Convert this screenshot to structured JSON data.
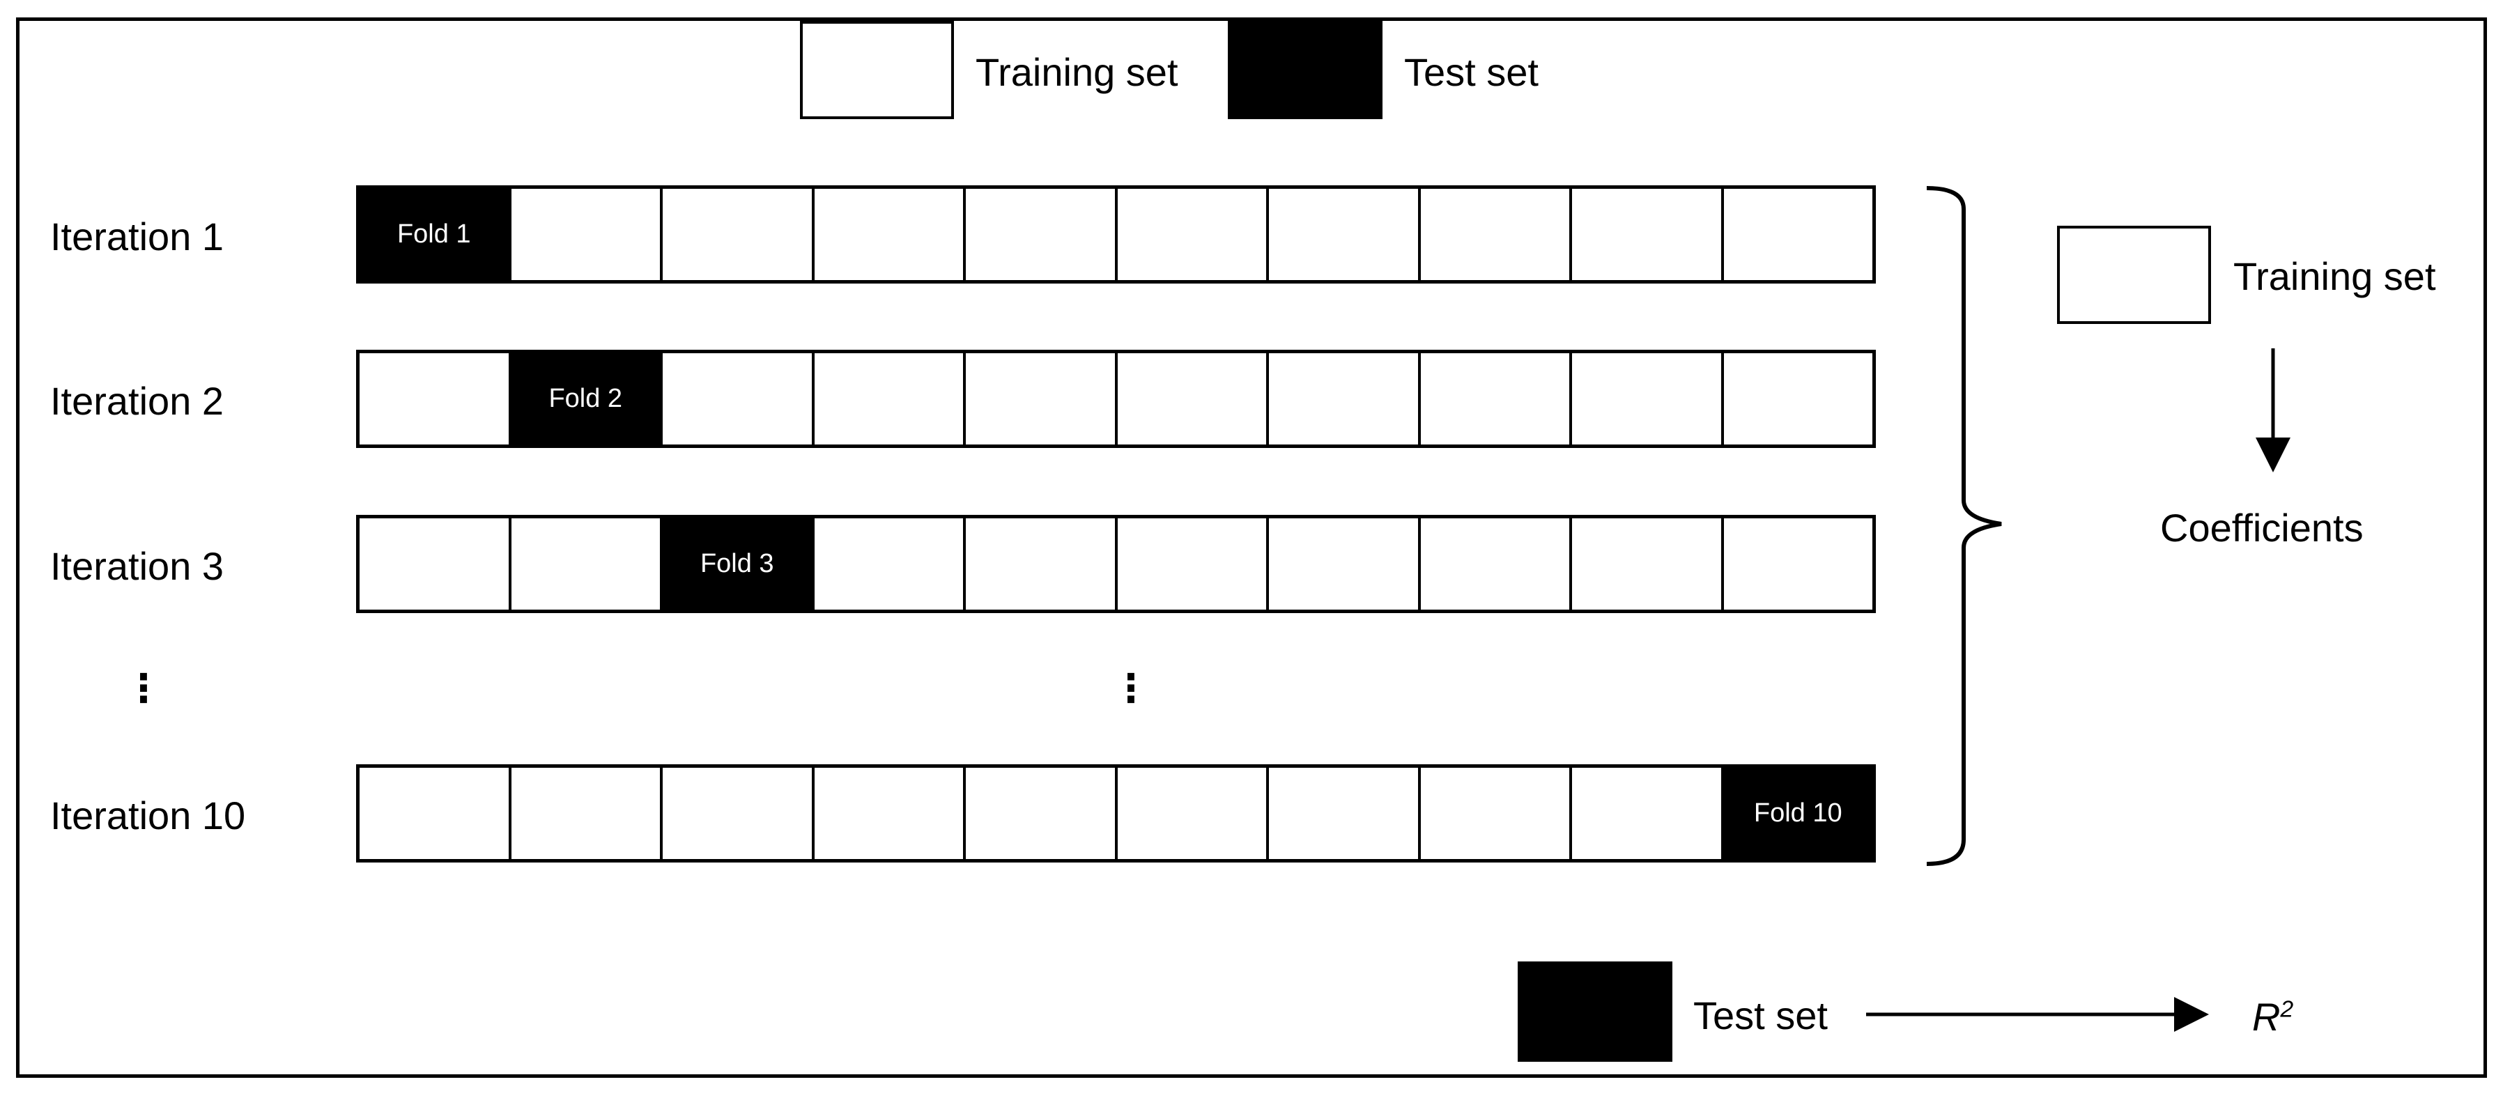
{
  "legend": {
    "training_label": "Training set",
    "test_label": "Test set"
  },
  "iterations": [
    {
      "label": "Iteration 1",
      "test_fold": 1,
      "fold_label": "Fold 1"
    },
    {
      "label": "Iteration 2",
      "test_fold": 2,
      "fold_label": "Fold 2"
    },
    {
      "label": "Iteration 3",
      "test_fold": 3,
      "fold_label": "Fold 3"
    },
    {
      "label": "Iteration 10",
      "test_fold": 10,
      "fold_label": "Fold 10"
    }
  ],
  "folds_per_row": 10,
  "ellipsis": "⋮",
  "right_panel": {
    "training_label": "Training set",
    "coefficients_label": "Coefficients"
  },
  "bottom": {
    "test_label": "Test set",
    "result_base": "R",
    "result_sup": "2"
  }
}
